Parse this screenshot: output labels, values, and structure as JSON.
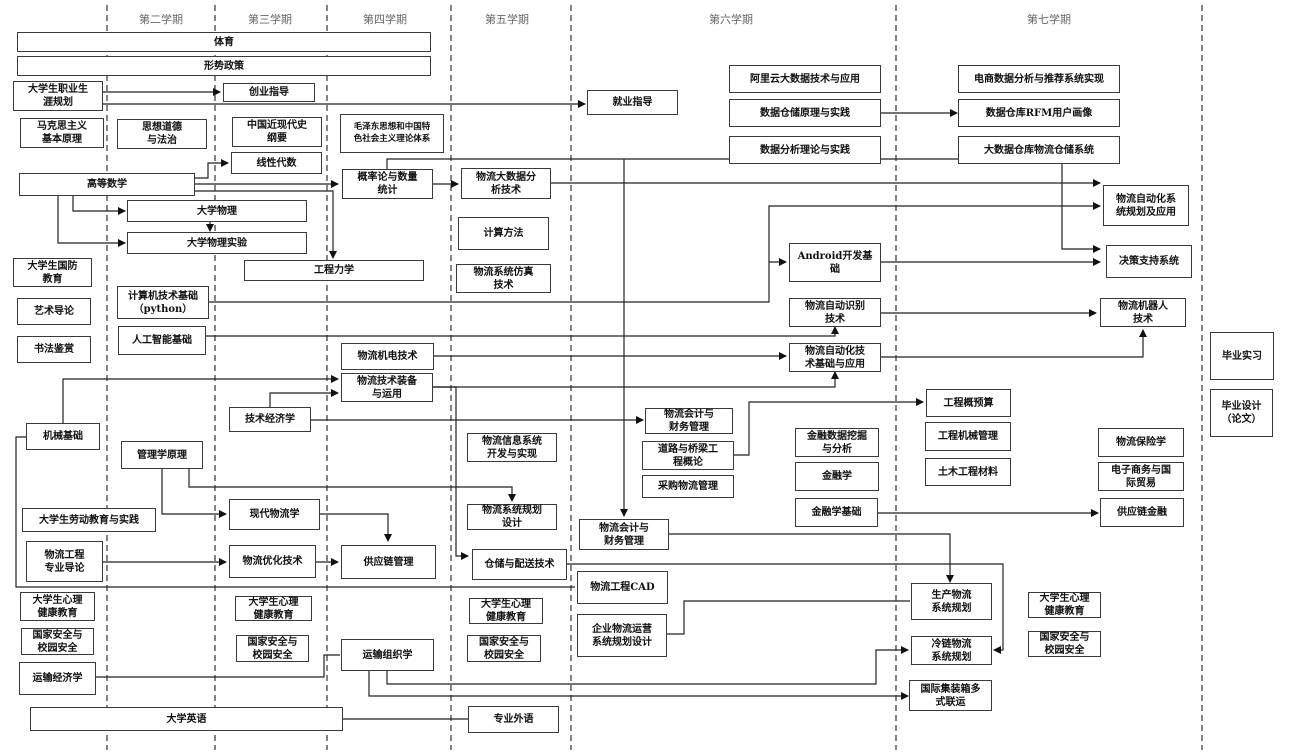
{
  "semesters": [
    "第二学期",
    "第三学期",
    "第四学期",
    "第五学期",
    "第六学期",
    "第七学期"
  ],
  "courses": {
    "tiyu": "体育",
    "xingshi": "形势政策",
    "zhiye": "大学生职业生\n涯规划",
    "chuangye": "创业指导",
    "jiuye": "就业指导",
    "makesi": "马克思主义\n基本原理",
    "sixiang": "思想道德\n与法治",
    "jindaishi": "中国近现代史\n纲要",
    "maozedong": "毛泽东思想和中国特\n色社会主义理论体系",
    "xianxing": "线性代数",
    "gaoshu": "高等数学",
    "gailv": "概率论与数量\n统计",
    "wuliu_dashuju": "物流大数据分\n析技术",
    "daxue_wuli": "大学物理",
    "wuli_shiyan": "大学物理实验",
    "guofang": "大学生国防\n教育",
    "gongcheng_lixue": "工程力学",
    "jisuan_fangfa": "计算方法",
    "fangzhen": "物流系统仿真\n技术",
    "jisuanji": "计算机技术基础\n（python）",
    "yishu": "艺术导论",
    "rengong_zhineng": "人工智能基础",
    "shufa": "书法鉴赏",
    "jidian": "物流机电技术",
    "zhuangbei": "物流技术装备\n与运用",
    "jixie": "机械基础",
    "jishu_jingji": "技术经济学",
    "guanli": "管理学原理",
    "xinxi_xitong": "物流信息系统\n开发与实现",
    "xitong_guihua": "物流系统规划\n设计",
    "laodong": "大学生劳动教育与实践",
    "xiandai_wuliu": "现代物流学",
    "daolun": "物流工程\n专业导论",
    "youhua": "物流优化技术",
    "gongyinglian": "供应链管理",
    "cangchu": "仓储与配送技术",
    "xinli_1": "大学生心理\n健康教育",
    "xinli_2": "大学生心理\n健康教育",
    "xinli_3": "大学生心理\n健康教育",
    "xinli_4": "大学生心理\n健康教育",
    "anquan_1": "国家安全与\n校园安全",
    "anquan_2": "国家安全与\n校园安全",
    "anquan_3": "国家安全与\n校园安全",
    "anquan_4": "国家安全与\n校园安全",
    "yunshu_jingji": "运输经济学",
    "yunshu_zuzhi": "运输组织学",
    "yingyu": "大学英语",
    "zhuanye_waiyu": "专业外语",
    "aliyun": "阿里云大数据技术与应用",
    "cangku_yuanli": "数据仓储原理与实践",
    "fenxi_lilun": "数据分析理论与实践",
    "android": "Android开发基\n础",
    "zidong_shibie": "物流自动识别\n技术",
    "zidonghua_jishu": "物流自动化技\n术基础与应用",
    "kuaiji_1": "物流会计与\n财务管理",
    "daolu": "道路与桥梁工\n程概论",
    "caigou": "采购物流管理",
    "kuaiji_2": "物流会计与\n财务管理",
    "cad": "物流工程CAD",
    "qiye_yunying": "企业物流运营\n系统规划设计",
    "jinrong_wajue": "金融数据挖掘\n与分析",
    "jinrongxue": "金融学",
    "jinrong_jichu": "金融学基础",
    "dianshang": "电商数据分析与推荐系统实现",
    "rfm": "数据仓库RFM用户画像",
    "dashuju_cangku": "大数据仓库物流仓储系统",
    "zidonghua_xitong": "物流自动化系\n统规划及应用",
    "juece": "决策支持系统",
    "jiqiren": "物流机器人\n技术",
    "gaiyusuan": "工程概预算",
    "jixie_guanli": "工程机械管理",
    "tumu": "土木工程材料",
    "baoxian": "物流保险学",
    "dianzi_shangwu": "电子商务与国\n际贸易",
    "gyl_jinrong": "供应链金融",
    "shengchan": "生产物流\n系统规划",
    "lenglian": "冷链物流\n系统规划",
    "jizhuangxiang": "国际集装箱多\n式联运",
    "shixi": "毕业实习",
    "sheji": "毕业设计\n（论文）"
  }
}
